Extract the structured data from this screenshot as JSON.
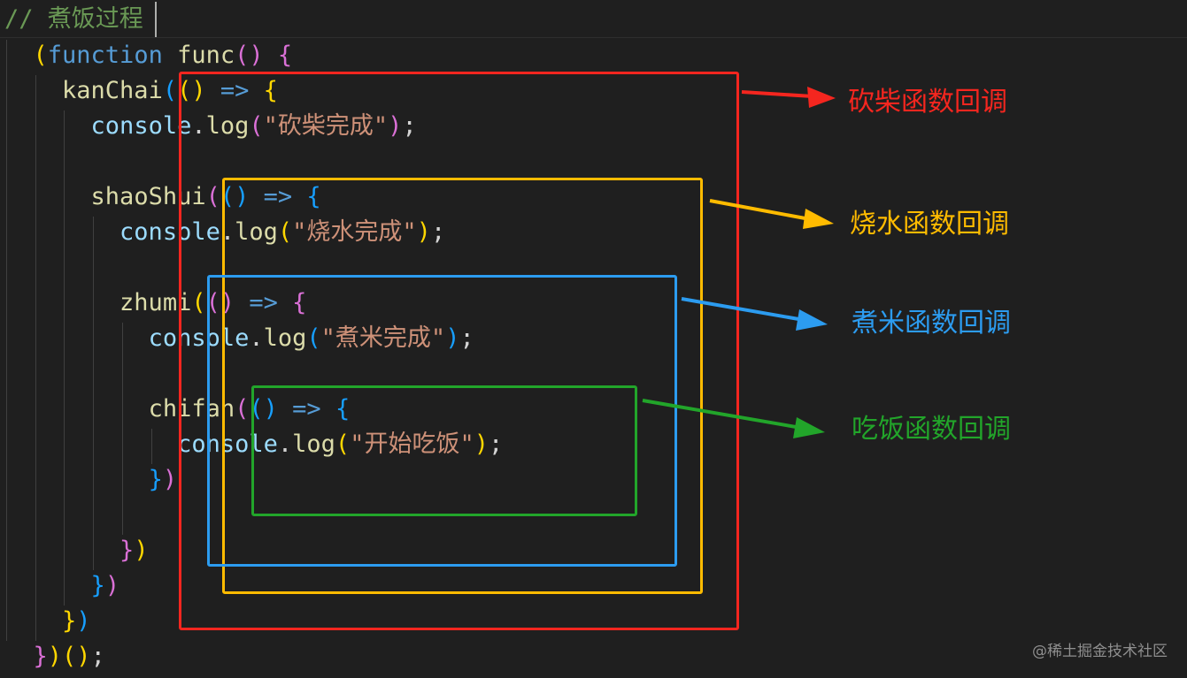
{
  "code": {
    "comment": "// 煮饭过程",
    "keyword_function": "function",
    "func_name": "func",
    "fn_kanChai": "kanChai",
    "fn_shaoShui": "shaoShui",
    "fn_zhumi": "zhumi",
    "fn_chifan": "chifan",
    "obj_console": "console",
    "method_log": "log",
    "str_kanchai": "\"砍柴完成\"",
    "str_shaoshui": "\"烧水完成\"",
    "str_zhumi": "\"煮米完成\"",
    "str_chifan": "\"开始吃饭\""
  },
  "annotations": [
    {
      "label": "砍柴函数回调",
      "color": "#f5261f"
    },
    {
      "label": "烧水函数回调",
      "color": "#ffbb00"
    },
    {
      "label": "煮米函数回调",
      "color": "#2c9cf0"
    },
    {
      "label": "吃饭函数回调",
      "color": "#22a52a"
    }
  ],
  "watermark": "@稀土掘金技术社区"
}
